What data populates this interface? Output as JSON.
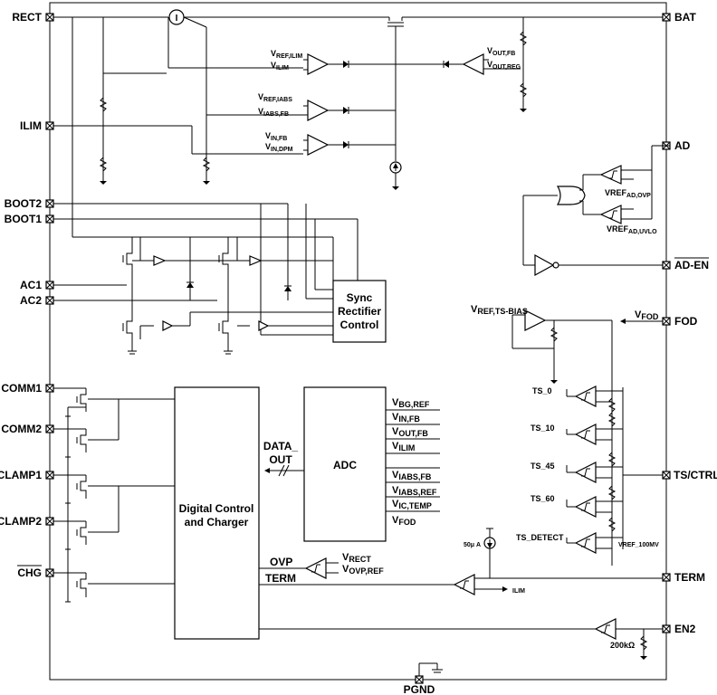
{
  "pins": {
    "rect": "RECT",
    "ilim": "ILIM",
    "boot2": "BOOT2",
    "boot1": "BOOT1",
    "ac1": "AC1",
    "ac2": "AC2",
    "comm1": "COMM1",
    "comm2": "COMM2",
    "clamp1": "CLAMP1",
    "clamp2": "CLAMP2",
    "chg": "CHG",
    "bat": "BAT",
    "ad": "AD",
    "ad_en": "AD-EN",
    "fod": "FOD",
    "ts_ctrl": "TS/CTRL",
    "term": "TERM",
    "en2": "EN2",
    "pgnd": "PGND"
  },
  "blocks": {
    "sync_line1": "Sync",
    "sync_line2": "Rectifier",
    "sync_line3": "Control",
    "digital_line1": "Digital Control",
    "digital_line2": "and Charger",
    "adc": "ADC"
  },
  "labels": {
    "current_sense": "I",
    "data_out_line1": "DATA_",
    "data_out_line2": "OUT",
    "ovp": "OVP",
    "term": "TERM",
    "ilim": "ILIM",
    "r_200k": "200kΩ",
    "current_src": "50μ A",
    "vref_ad_ovp": "VREF",
    "vref_ad_ovp_sub": "AD,OVP",
    "vref_ad_uvlo": "VREF",
    "vref_ad_uvlo_sub": "AD,UVLO",
    "vref_ts_bias": "V",
    "vref_ts_bias_sub": "REF,TS-BIAS",
    "vfod": "V",
    "vfod_sub": "FOD",
    "ts_0": "TS_0",
    "ts_10": "TS_10",
    "ts_45": "TS_45",
    "ts_60": "TS_60",
    "ts_detect": "TS_DETECT",
    "vref_100mv": "VREF_100MV"
  },
  "comparators": [
    {
      "a": "V",
      "a_sub": "REF,ILIM",
      "b": "V",
      "b_sub": "ILIM"
    },
    {
      "a": "V",
      "a_sub": "REF,IABS",
      "b": "V",
      "b_sub": "IABS,FB"
    },
    {
      "a": "V",
      "a_sub": "IN,FB",
      "b": "V",
      "b_sub": "IN,DPM"
    },
    {
      "a": "V",
      "a_sub": "OUT,FB",
      "b": "V",
      "b_sub": "OUT,REG"
    },
    {
      "a": "V",
      "a_sub": "RECT",
      "b": "V",
      "b_sub": "OVP,REF"
    }
  ],
  "adc_inputs": [
    {
      "v": "V",
      "sub": "BG,REF"
    },
    {
      "v": "V",
      "sub": "IN,FB"
    },
    {
      "v": "V",
      "sub": "OUT,FB"
    },
    {
      "v": "V",
      "sub": "ILIM"
    },
    {
      "v": "V",
      "sub": "IABS,FB"
    },
    {
      "v": "V",
      "sub": "IABS,REF"
    },
    {
      "v": "V",
      "sub": "IC,TEMP"
    },
    {
      "v": "V",
      "sub": "FOD"
    }
  ]
}
